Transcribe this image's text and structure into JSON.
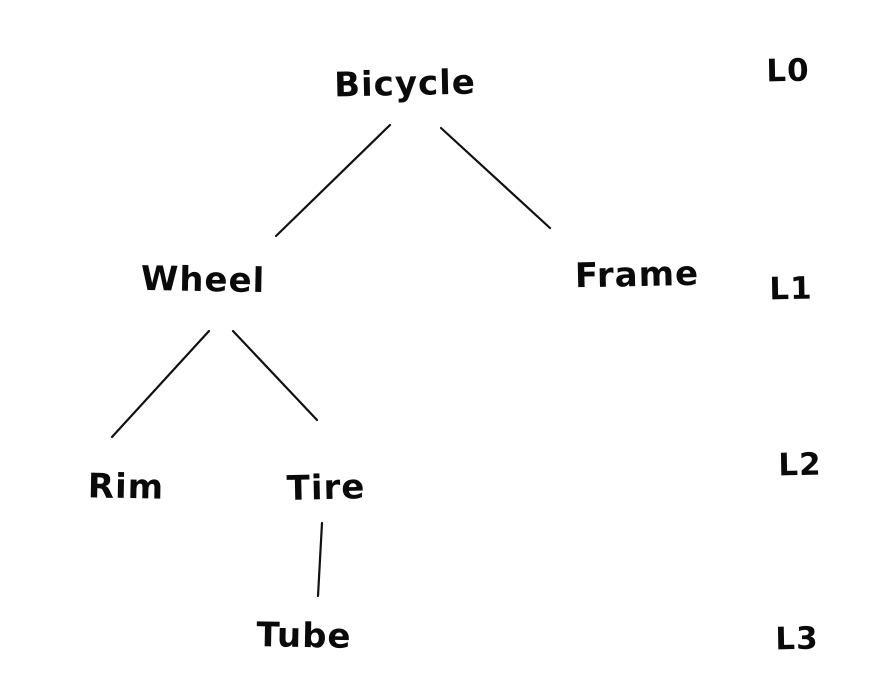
{
  "diagram": {
    "type": "tree",
    "style": "hand-drawn",
    "background_color": "#ffffff",
    "ink_color": "#111111",
    "nodes": [
      {
        "id": "bicycle",
        "label": "Bicycle",
        "level": "L0"
      },
      {
        "id": "wheel",
        "label": "Wheel",
        "level": "L1"
      },
      {
        "id": "frame",
        "label": "Frame",
        "level": "L1"
      },
      {
        "id": "rim",
        "label": "Rim",
        "level": "L2"
      },
      {
        "id": "tire",
        "label": "Tire",
        "level": "L2"
      },
      {
        "id": "tube",
        "label": "Tube",
        "level": "L3"
      }
    ],
    "edges": [
      {
        "from": "Bicycle",
        "to": "Wheel"
      },
      {
        "from": "Bicycle",
        "to": "Frame"
      },
      {
        "from": "Wheel",
        "to": "Rim"
      },
      {
        "from": "Wheel",
        "to": "Tire"
      },
      {
        "from": "Tire",
        "to": "Tube"
      }
    ],
    "level_labels": [
      {
        "label": "L0"
      },
      {
        "label": "L1"
      },
      {
        "label": "L2"
      },
      {
        "label": "L3"
      }
    ]
  }
}
